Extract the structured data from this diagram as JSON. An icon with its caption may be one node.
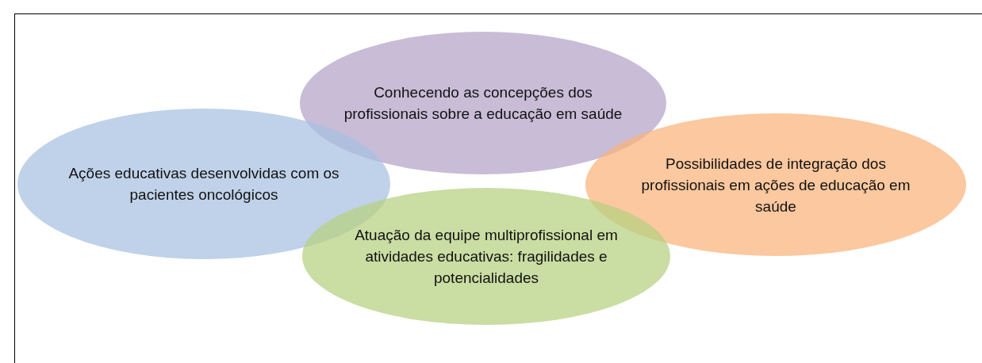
{
  "diagram": {
    "nodes": [
      {
        "text": [
          "Conhecendo as concepções dos profissionais sobre a educação em saúde"
        ]
      },
      {
        "text": [
          "Ações educativas desenvolvidas com os pacientes oncológicos"
        ]
      },
      {
        "text": [
          "Possibilidades de integração dos profissionais em ações de educação em saúde"
        ]
      },
      {
        "text": [
          "Atuação da equipe multiprofissional em atividades educativas: fragilidades e potencialidades"
        ]
      }
    ]
  }
}
